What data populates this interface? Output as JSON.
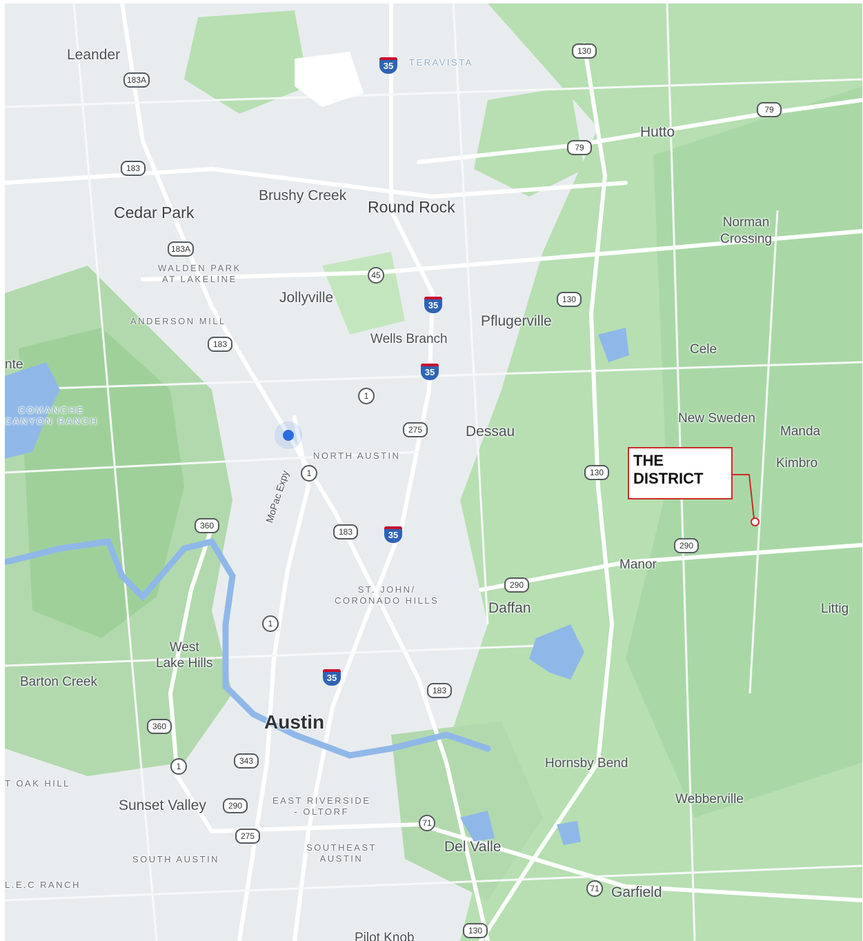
{
  "map": {
    "colors": {
      "park": "#a8d8a8",
      "urban": "#e9ecef",
      "water": "#8fb8e8",
      "road": "#ffffff",
      "callout_border": "#cc2a2a"
    },
    "places": {
      "leander": "Leander",
      "cedar_park": "Cedar Park",
      "brushy_creek": "Brushy Creek",
      "round_rock": "Round Rock",
      "hutto": "Hutto",
      "norman_crossing": "Norman\nCrossing",
      "jollyville": "Jollyville",
      "pflugerville": "Pflugerville",
      "wells_branch": "Wells Branch",
      "cele": "Cele",
      "new_sweden": "New Sweden",
      "manda": "Manda",
      "kimbro": "Kimbro",
      "dessau": "Dessau",
      "manor": "Manor",
      "daffan": "Daffan",
      "littig": "Littig",
      "west_lake_hills": "West\nLake Hills",
      "barton_creek": "Barton Creek",
      "austin": "Austin",
      "hornsby_bend": "Hornsby Bend",
      "webberville": "Webberville",
      "sunset_valley": "Sunset Valley",
      "del_valle": "Del Valle",
      "garfield": "Garfield",
      "pilot_knob": "Pilot Knob",
      "lake_fragment": "nte"
    },
    "neighborhoods": {
      "teravista": "TERAVISTA",
      "walden_park": "WALDEN PARK\nAT LAKELINE",
      "anderson_mill": "ANDERSON MILL",
      "comanche": "COMANCHE\nCANYON RANCH",
      "north_austin": "NORTH AUSTIN",
      "st_john": "ST. JOHN/\nCORONADO HILLS",
      "east_riverside": "EAST RIVERSIDE\n- OLTORF",
      "southeast_austin": "SOUTHEAST\nAUSTIN",
      "south_austin": "SOUTH AUSTIN",
      "oak_hill": "T OAK HILL",
      "lc_ranch": "L.E.C RANCH"
    },
    "roads": {
      "mopac": "MoPac Expy"
    },
    "shields": [
      {
        "id": "183a-top",
        "label": "183A",
        "kind": "highway"
      },
      {
        "id": "i35-top",
        "label": "35",
        "kind": "interstate"
      },
      {
        "id": "130-top",
        "label": "130",
        "kind": "highway"
      },
      {
        "id": "79-east",
        "label": "79",
        "kind": "us"
      },
      {
        "id": "79-mid",
        "label": "79",
        "kind": "us"
      },
      {
        "id": "183-cedar",
        "label": "183",
        "kind": "us"
      },
      {
        "id": "183a-walden",
        "label": "183A",
        "kind": "highway"
      },
      {
        "id": "45",
        "label": "45",
        "kind": "state"
      },
      {
        "id": "130-pflug",
        "label": "130",
        "kind": "highway"
      },
      {
        "id": "i35-pflug",
        "label": "35",
        "kind": "interstate"
      },
      {
        "id": "183-anderson",
        "label": "183",
        "kind": "us"
      },
      {
        "id": "i35-wells",
        "label": "35",
        "kind": "interstate"
      },
      {
        "id": "1-north",
        "label": "1",
        "kind": "state"
      },
      {
        "id": "275-north",
        "label": "275",
        "kind": "highway"
      },
      {
        "id": "1-mid",
        "label": "1",
        "kind": "state"
      },
      {
        "id": "130-east",
        "label": "130",
        "kind": "highway"
      },
      {
        "id": "360-north",
        "label": "360",
        "kind": "highway"
      },
      {
        "id": "183-central",
        "label": "183",
        "kind": "us"
      },
      {
        "id": "i35-central",
        "label": "35",
        "kind": "interstate"
      },
      {
        "id": "290-manor",
        "label": "290",
        "kind": "us"
      },
      {
        "id": "290-daffan",
        "label": "290",
        "kind": "us"
      },
      {
        "id": "1-south",
        "label": "1",
        "kind": "state"
      },
      {
        "id": "i35-south",
        "label": "35",
        "kind": "interstate"
      },
      {
        "id": "183-south",
        "label": "183",
        "kind": "us"
      },
      {
        "id": "360-south",
        "label": "360",
        "kind": "highway"
      },
      {
        "id": "1-west",
        "label": "1",
        "kind": "state"
      },
      {
        "id": "343",
        "label": "343",
        "kind": "highway"
      },
      {
        "id": "290-sunset",
        "label": "290",
        "kind": "us"
      },
      {
        "id": "71-riverside",
        "label": "71",
        "kind": "state"
      },
      {
        "id": "275-south",
        "label": "275",
        "kind": "highway"
      },
      {
        "id": "71-garfield",
        "label": "71",
        "kind": "state"
      },
      {
        "id": "130-bottom",
        "label": "130",
        "kind": "highway"
      }
    ],
    "callout": {
      "line1": "THE",
      "line2": "DISTRICT"
    }
  }
}
